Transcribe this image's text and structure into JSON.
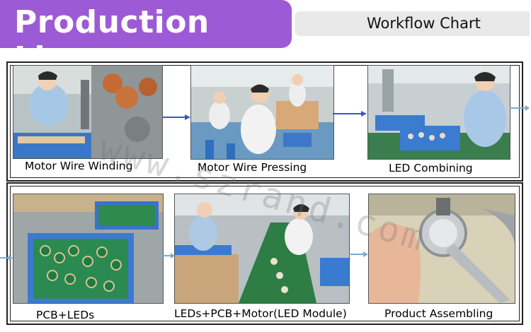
{
  "header": {
    "title": "Production Line",
    "subtitle": "Workflow Chart"
  },
  "steps": [
    {
      "label": "Motor Wire Winding"
    },
    {
      "label": "Motor Wire Pressing"
    },
    {
      "label": "LED Combining"
    },
    {
      "label": "PCB+LEDs"
    },
    {
      "label": "LEDs+PCB+Motor(LED Module)"
    },
    {
      "label": "Product Assembling"
    }
  ],
  "watermark": "www.szrand.com",
  "colors": {
    "banner": "#9d5ad6",
    "subtitle_bg": "#e9e9e9",
    "arrow": "#3a56c8"
  }
}
